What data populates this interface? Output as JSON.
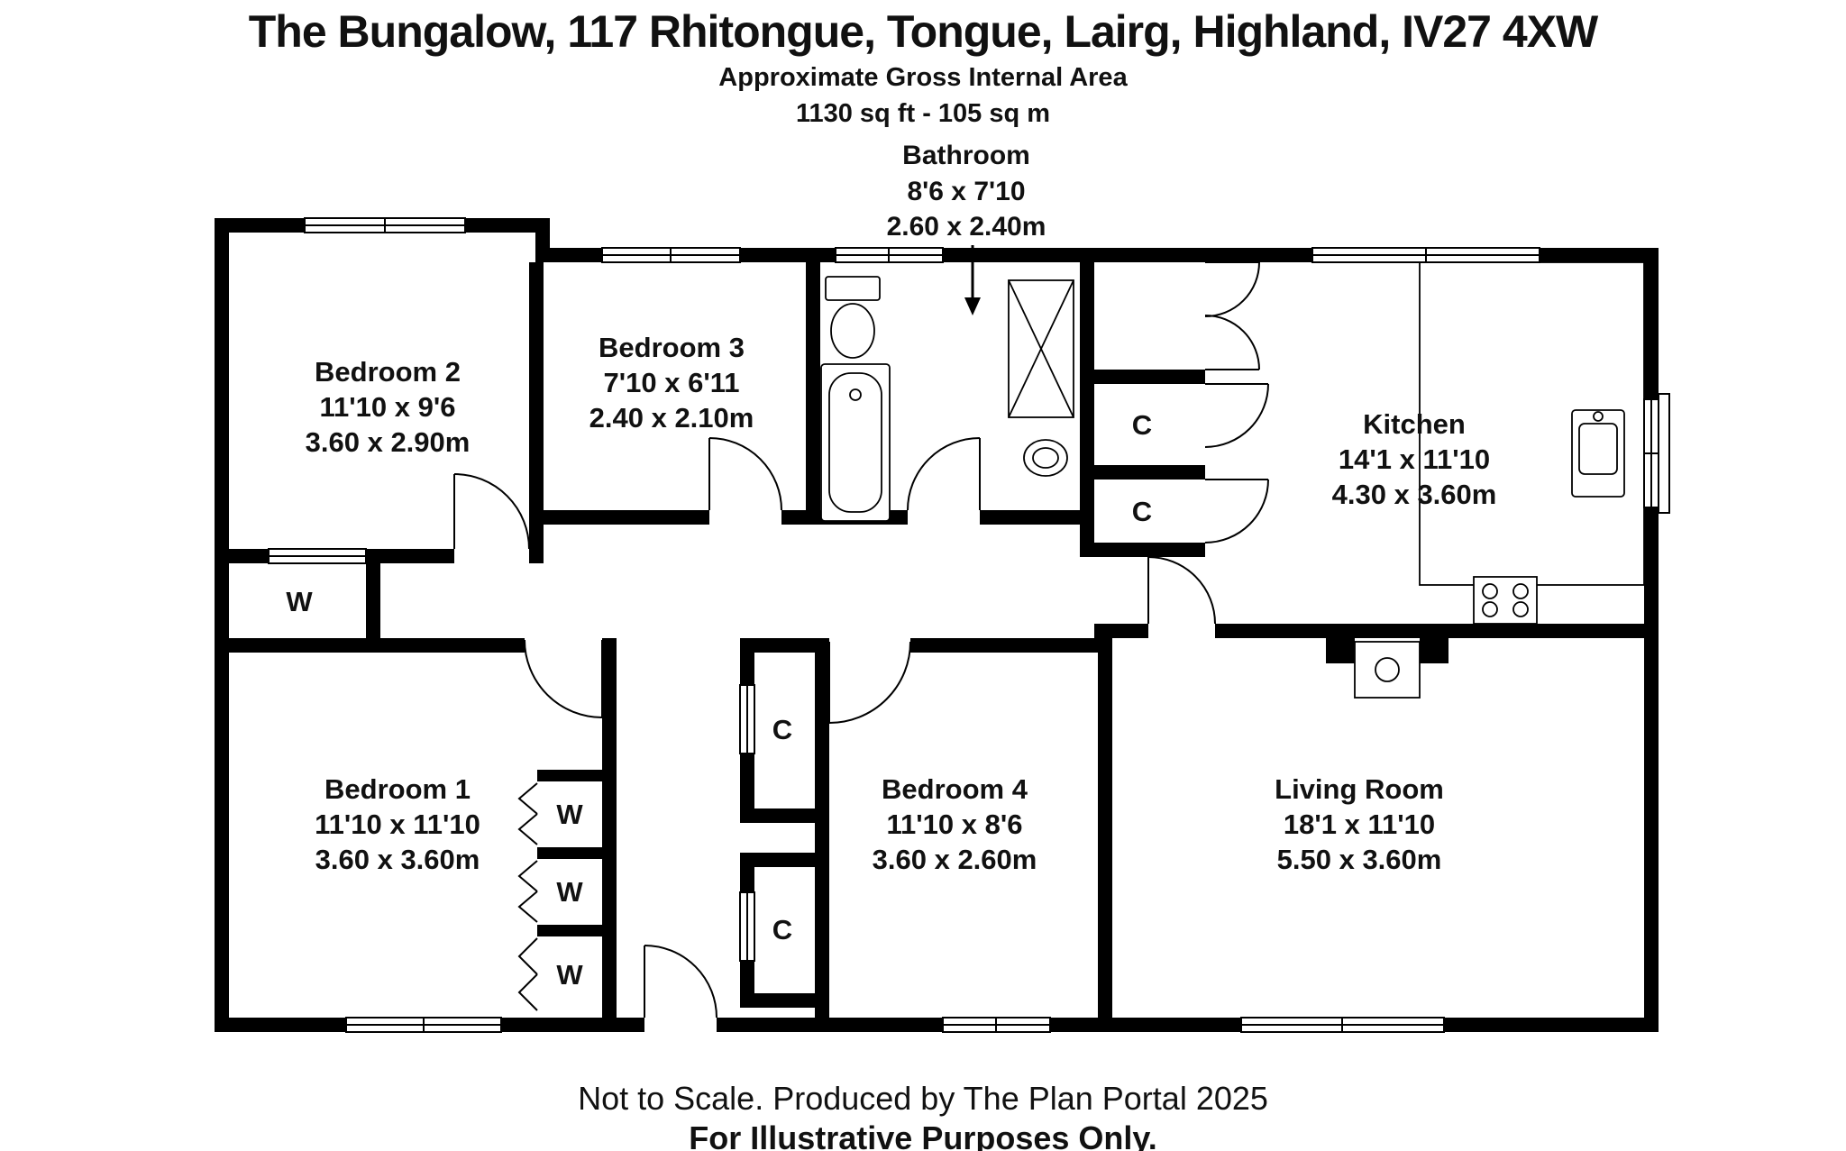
{
  "title": "The Bungalow, 117 Rhitongue, Tongue, Lairg, Highland, IV27 4XW",
  "area": {
    "label": "Approximate Gross Internal Area",
    "value": "1130 sq ft - 105 sq m"
  },
  "bathroom_callout": {
    "name": "Bathroom",
    "imperial": "8'6 x 7'10",
    "metric": "2.60 x 2.40m"
  },
  "rooms": {
    "bedroom2": {
      "name": "Bedroom 2",
      "imperial": "11'10 x 9'6",
      "metric": "3.60 x 2.90m"
    },
    "bedroom3": {
      "name": "Bedroom 3",
      "imperial": "7'10 x 6'11",
      "metric": "2.40 x 2.10m"
    },
    "kitchen": {
      "name": "Kitchen",
      "imperial": "14'1 x 11'10",
      "metric": "4.30 x 3.60m"
    },
    "bedroom1": {
      "name": "Bedroom 1",
      "imperial": "11'10 x 11'10",
      "metric": "3.60 x 3.60m"
    },
    "bedroom4": {
      "name": "Bedroom 4",
      "imperial": "11'10 x 8'6",
      "metric": "3.60 x 2.60m"
    },
    "living": {
      "name": "Living Room",
      "imperial": "18'1 x 11'10",
      "metric": "5.50 x 3.60m"
    }
  },
  "closets": {
    "c": "C",
    "w": "W"
  },
  "footer": {
    "line1": "Not to Scale. Produced by The Plan Portal 2025",
    "line2": "For Illustrative Purposes Only."
  },
  "colors": {
    "wall": "#000000",
    "background": "#ffffff",
    "text": "#111111"
  }
}
